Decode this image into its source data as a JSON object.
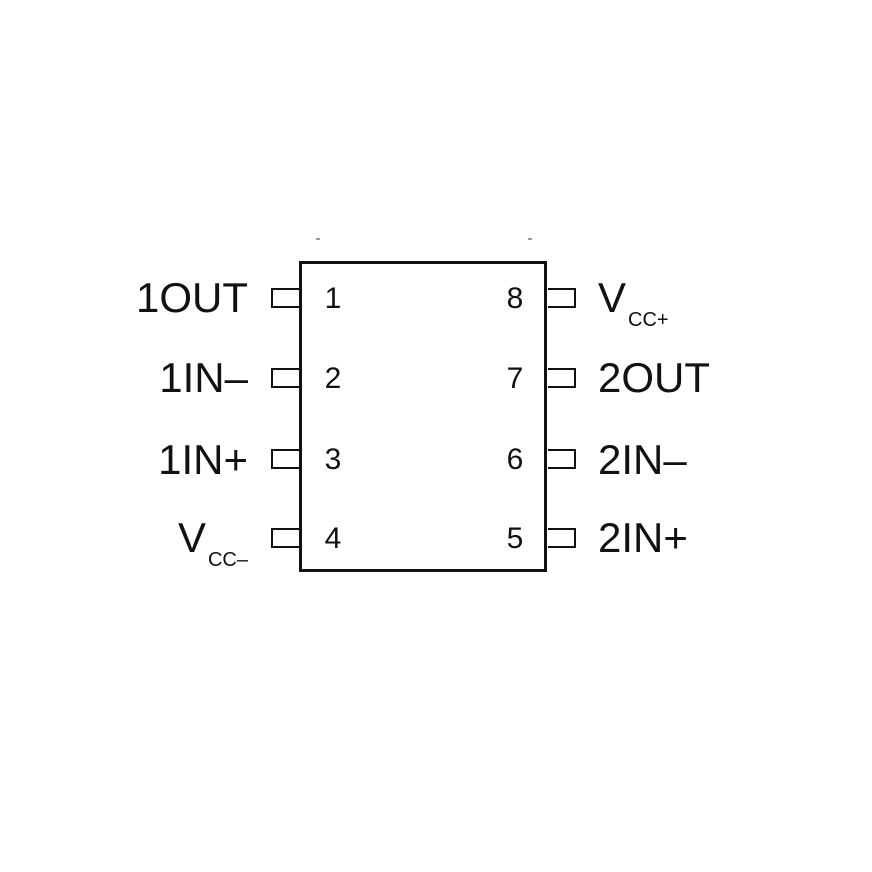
{
  "package": {
    "left_pins": [
      {
        "number": "1",
        "name": "1OUT"
      },
      {
        "number": "2",
        "name": "1IN–"
      },
      {
        "number": "3",
        "name": "1IN+"
      },
      {
        "number": "4",
        "name": "V",
        "subscript": "CC–"
      }
    ],
    "right_pins": [
      {
        "number": "8",
        "name": "V",
        "subscript": "CC+"
      },
      {
        "number": "7",
        "name": "2OUT"
      },
      {
        "number": "6",
        "name": "2IN–"
      },
      {
        "number": "5",
        "name": "2IN+"
      }
    ]
  }
}
